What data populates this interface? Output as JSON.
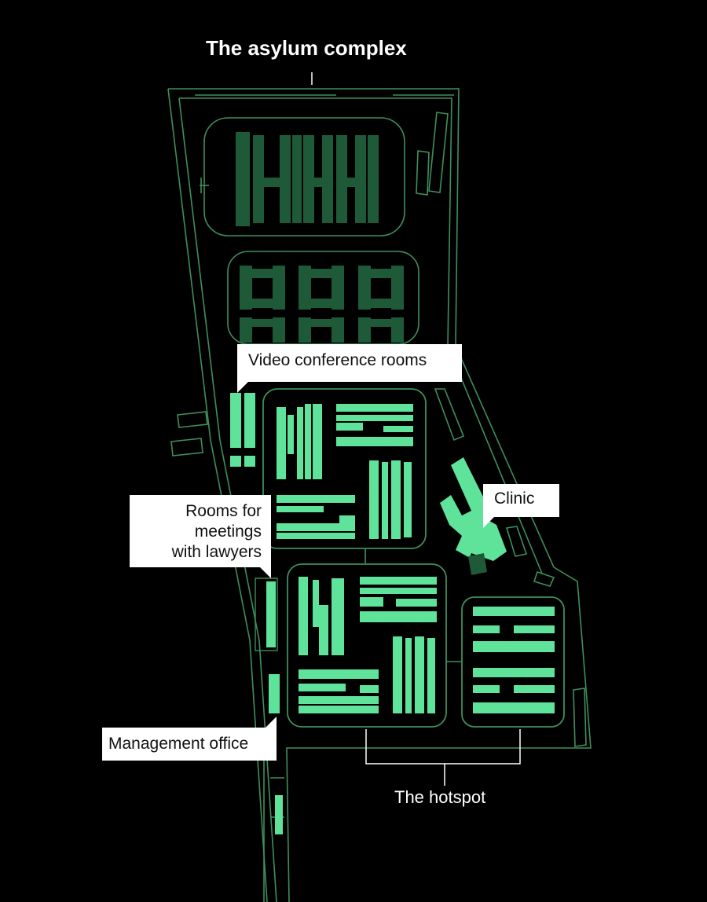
{
  "labels": {
    "title": "The asylum complex",
    "video_conference_rooms": "Video conference rooms",
    "rooms_lawyers_1": "Rooms for",
    "rooms_lawyers_2": "meetings",
    "rooms_lawyers_3": "with lawyers",
    "clinic": "Clinic",
    "management_office": "Management office",
    "hotspot": "The hotspot"
  },
  "colors": {
    "background": "#000000",
    "outline": "#3f8f5c",
    "highlight": "#5fe39a",
    "dim_building": "#1e5a38",
    "callout_bg": "#ffffff",
    "callout_text": "#111111",
    "text": "#ffffff"
  }
}
